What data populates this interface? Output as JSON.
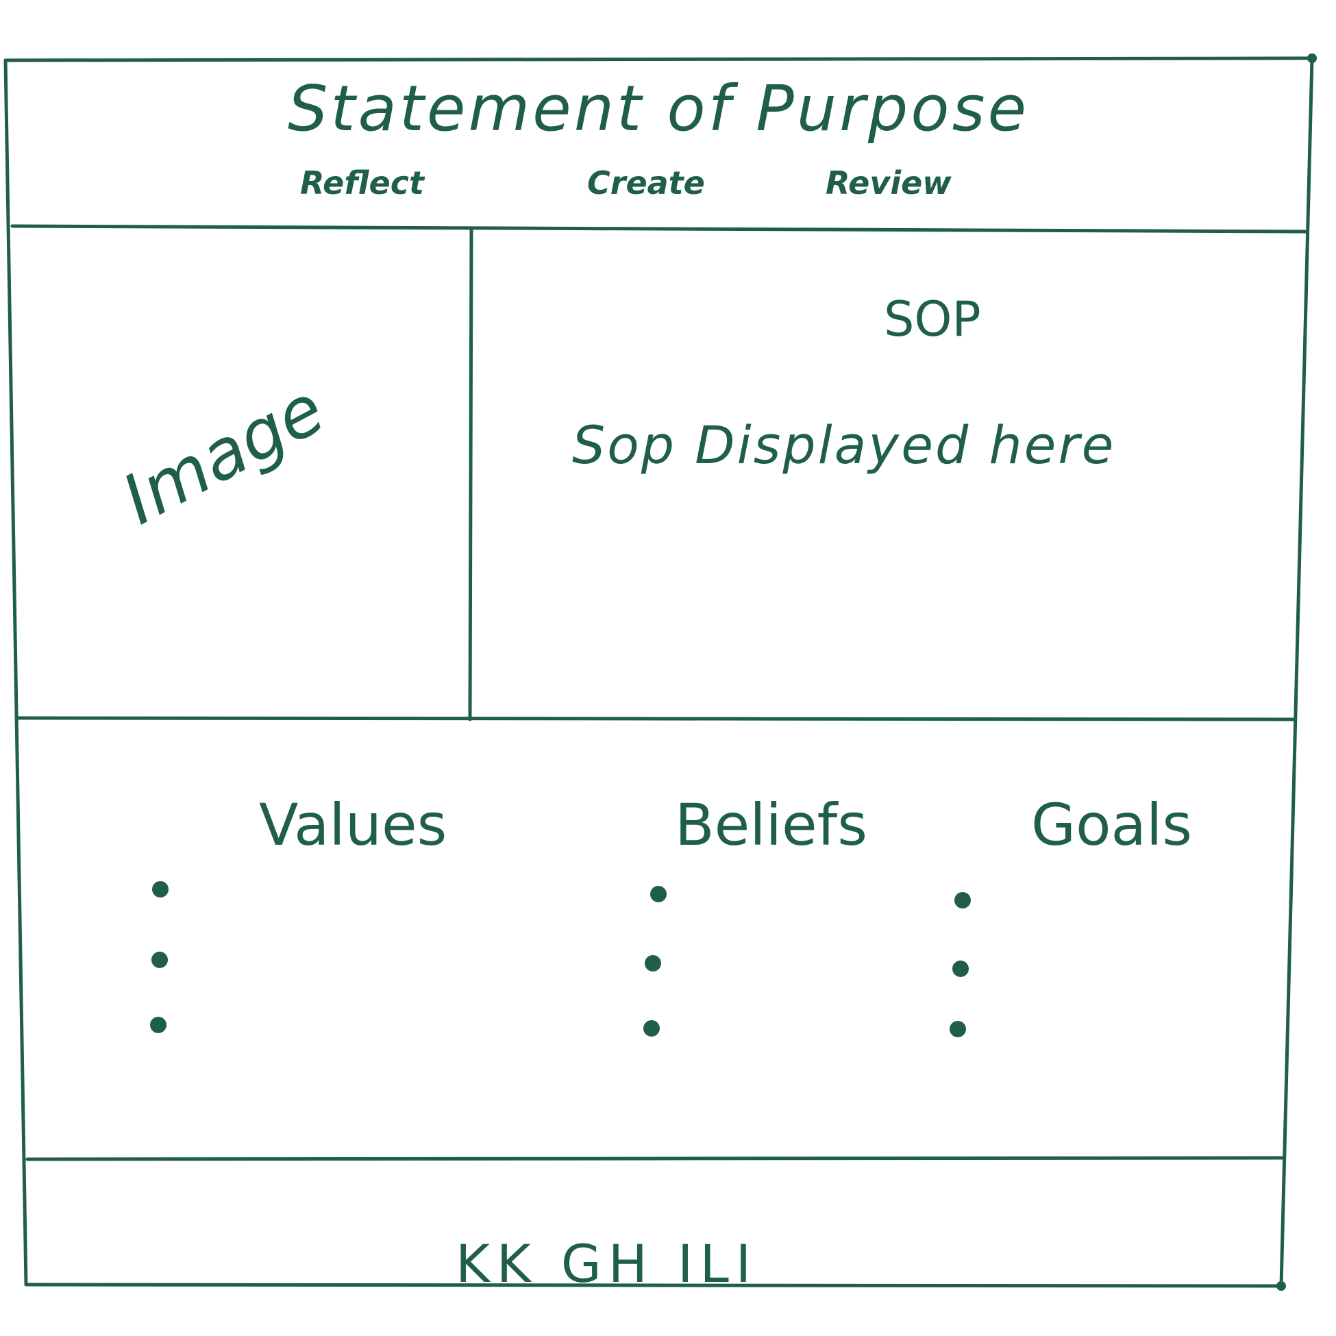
{
  "header": {
    "title": "Statement of Purpose",
    "nav": [
      "Reflect",
      "Create",
      "Review"
    ]
  },
  "image_panel": {
    "label": "Image"
  },
  "sop_panel": {
    "heading": "SOP",
    "body": "Sop Displayed here"
  },
  "columns": [
    {
      "heading": "Values",
      "bullet_count": 3
    },
    {
      "heading": "Beliefs",
      "bullet_count": 3
    },
    {
      "heading": "Goals",
      "bullet_count": 3
    }
  ],
  "footer": {
    "text": "KK GH ILI"
  },
  "colors": {
    "ink": "#1f5e4a",
    "paper": "#ffffff"
  }
}
